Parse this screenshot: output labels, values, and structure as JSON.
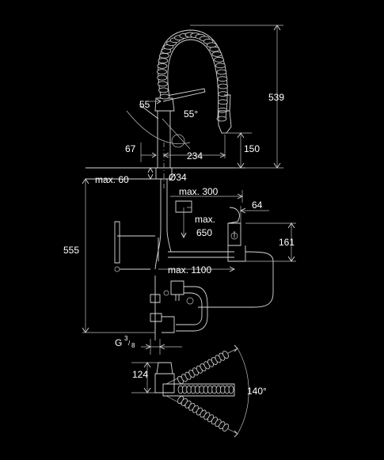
{
  "dimensions": {
    "total_height": "539",
    "spout_height": "150",
    "reach": "234",
    "swivel_angle_left": "55",
    "swivel_angle_right": "55°",
    "base_offset": "67",
    "deck_thickness_max": "max. 60",
    "hole_diameter": "Ø34",
    "max_300": "max. 300",
    "max_650_line1": "max.",
    "max_650_line2": "650",
    "hose_64": "64",
    "hose_161": "161",
    "max_1100": "max. 1100",
    "under_counter_555": "555",
    "thread_g": "G",
    "thread_num": "3",
    "thread_den": "8",
    "height_124": "124",
    "rotation_angle": "140°"
  },
  "colors": {
    "background": "#000000",
    "line": "#d8d8d8",
    "text": "#ffffff"
  }
}
